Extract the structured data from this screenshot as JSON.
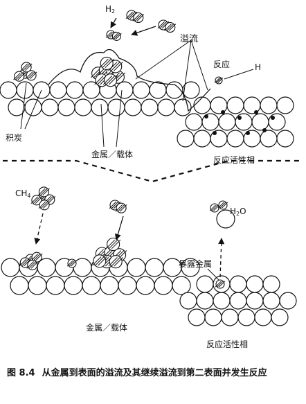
{
  "labels": {
    "h2_top": "H",
    "h2_top_sub": "2",
    "spillover": "溢流",
    "reaction": "反应",
    "h_atom": "H",
    "coke": "积炭",
    "metal_support_top": "金属／载体",
    "active_phase_top": "反应活性相",
    "ch4": "CH",
    "ch4_sub": "4",
    "h2o": "H",
    "h2o_sub": "2",
    "h2o_tail": "O",
    "exposed_metal": "暴露金属",
    "metal_support_bottom": "金属／载体",
    "active_phase_bottom": "反应活性相"
  },
  "caption": {
    "number": "图 8.4",
    "text": "从金属到表面的溢流及其继续溢流到第二表面并发生反应"
  }
}
